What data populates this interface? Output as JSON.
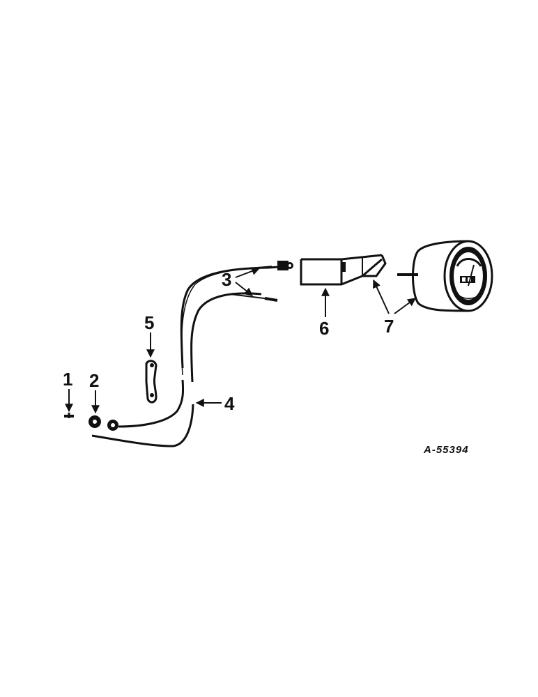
{
  "diagram": {
    "reference_code": "A-55394",
    "callouts": [
      {
        "id": "1",
        "label": "1"
      },
      {
        "id": "2",
        "label": "2"
      },
      {
        "id": "3",
        "label": "3"
      },
      {
        "id": "4",
        "label": "4"
      },
      {
        "id": "5",
        "label": "5"
      },
      {
        "id": "6",
        "label": "6"
      },
      {
        "id": "7",
        "label": "7"
      }
    ]
  }
}
